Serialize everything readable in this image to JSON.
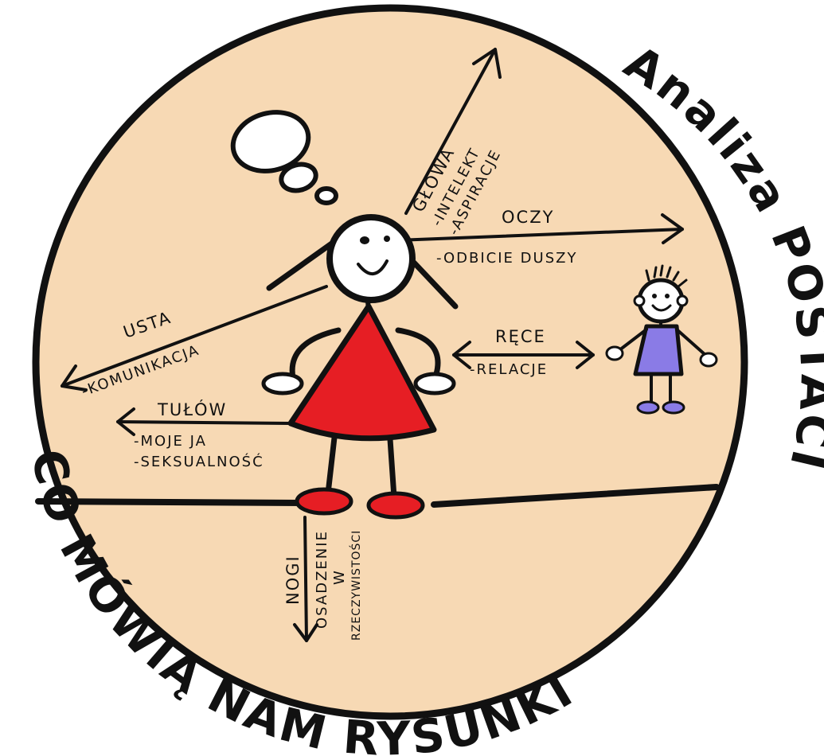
{
  "colors": {
    "circle_fill": "#f7d9b4",
    "ink": "#111111",
    "dress": "#e61e24",
    "shoes": "#e61e24",
    "boy_shirt": "#8a7be6",
    "boy_shoes": "#8a7be6"
  },
  "title_right": "Analiza POSTACI",
  "title_bottom": "CO MÓWIĄ NAM RYSUNKI",
  "labels": {
    "head": {
      "name": "GŁOWA",
      "items": [
        "-INTELEKT",
        "-ASPIRACJE"
      ]
    },
    "eyes": {
      "name": "OCZY",
      "items": [
        "-ODBICIE DUSZY"
      ]
    },
    "mouth": {
      "name": "USTA",
      "items": [
        "-KOMUNIKACJA"
      ]
    },
    "hands": {
      "name": "RĘCE",
      "items": [
        "-RELACJE"
      ]
    },
    "torso": {
      "name": "TUŁÓW",
      "items": [
        "-MOJE JA",
        "-SEKSUALNOŚĆ"
      ]
    },
    "legs": {
      "name": "NOGI",
      "items": [
        "OSADZENIE",
        "W",
        "RZECZYWISTOŚCI"
      ]
    }
  },
  "icons": [
    "thought-bubble-icon",
    "girl-figure-icon",
    "boy-figure-icon"
  ]
}
